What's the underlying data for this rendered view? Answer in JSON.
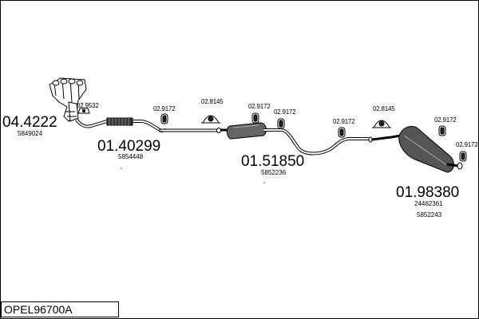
{
  "title": "OPEL96700A",
  "parts": {
    "manifold": {
      "number": "04.4222",
      "oe": "5849024"
    },
    "front_pipe": {
      "number": "01.40299",
      "oe": "5854448"
    },
    "middle_silencer": {
      "number": "01.51850",
      "oe": "5852236"
    },
    "rear_silencer": {
      "number": "01.98380",
      "oe1": "24462361",
      "oe2": "5852243"
    }
  },
  "fittings": {
    "gasket_front": "02.9532",
    "hanger_1": "02.9172",
    "clamp_1": "02.8145",
    "hanger_2": "02.9172",
    "hanger_3": "02.9172",
    "hanger_4": "02.9172",
    "clamp_2": "02.8145",
    "hanger_5": "02.9172",
    "hanger_6": "02.9172"
  }
}
